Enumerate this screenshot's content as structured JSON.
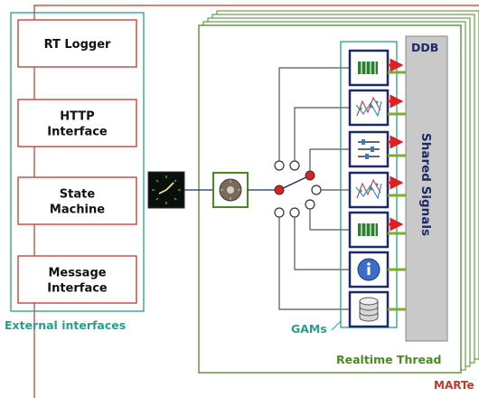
{
  "external": {
    "boxes": [
      "RT Logger",
      "HTTP\nInterface",
      "State\nMachine",
      "Message\nInterface"
    ],
    "caption": "External interfaces"
  },
  "ddb": {
    "label": "DDB",
    "signals": "Shared Signals"
  },
  "gams_label": "GAMs",
  "thread_label": "Realtime Thread",
  "framework_label": "MARTe",
  "gam_icons": [
    "data-bar-icon",
    "scatter-plot-icon",
    "filter-icon",
    "scatter-plot-icon",
    "data-bar-icon",
    "info-icon",
    "database-icon"
  ],
  "colors": {
    "red": "#c0392b",
    "teal": "#2a9d8f",
    "green": "#4a8a23",
    "navy": "#1c2a66",
    "signal_green": "#7ab02a",
    "signal_red": "#e02020",
    "ddb_gray": "#c9c9c9"
  }
}
